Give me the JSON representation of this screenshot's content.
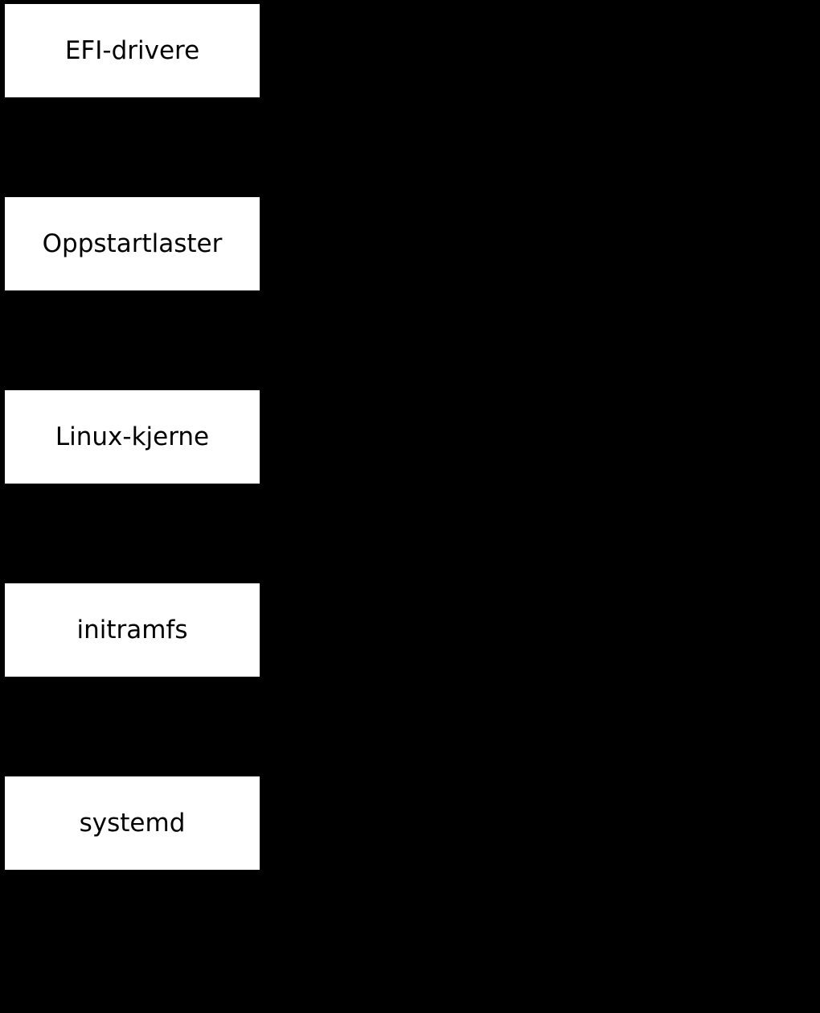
{
  "colors": {
    "background": "#000000",
    "node_fill": "#ffffff",
    "node_text": "#000000"
  },
  "diagram": {
    "nodes": [
      {
        "label": "EFI-drivere"
      },
      {
        "label": "Oppstartlaster"
      },
      {
        "label": "Linux-kjerne"
      },
      {
        "label": "initramfs"
      },
      {
        "label": "systemd"
      }
    ]
  }
}
